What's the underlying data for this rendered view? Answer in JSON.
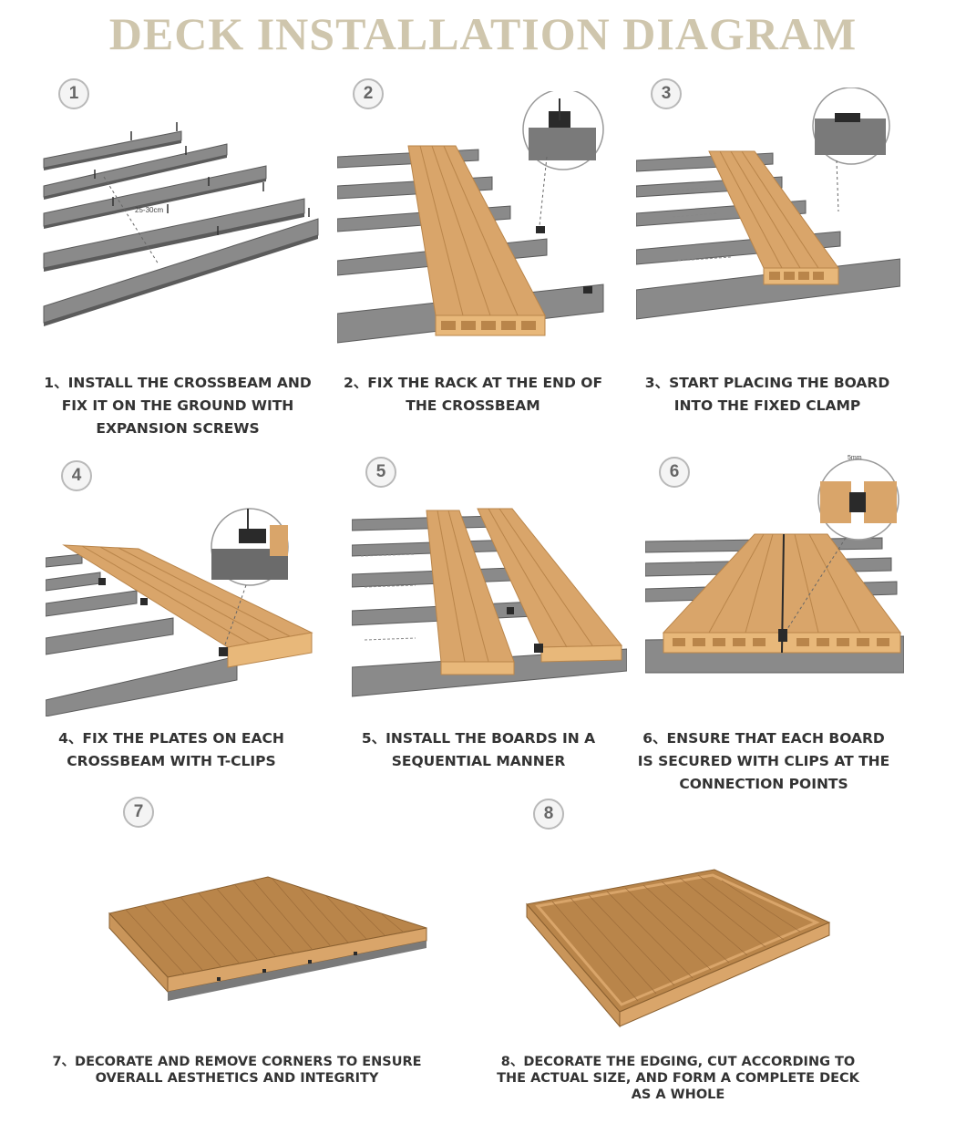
{
  "title": "DECK INSTALLATION DIAGRAM",
  "spacing_label": "25-30cm",
  "gap_label": "5mm",
  "colors": {
    "title": "#cfc6ad",
    "board": "#d9a56a",
    "board_dark": "#b9854a",
    "beam": "#8a8a8a",
    "beam_dark": "#5b5b5b",
    "clip": "#2a2a2a"
  },
  "steps": [
    {
      "num": "1",
      "lines": [
        "1、INSTALL THE CROSSBEAM AND",
        "FIX IT ON THE GROUND WITH",
        "EXPANSION SCREWS"
      ]
    },
    {
      "num": "2",
      "lines": [
        "2、FIX THE RACK AT THE END OF",
        "THE CROSSBEAM"
      ]
    },
    {
      "num": "3",
      "lines": [
        "3、START PLACING THE BOARD",
        "INTO THE FIXED CLAMP"
      ]
    },
    {
      "num": "4",
      "lines": [
        "4、FIX THE PLATES ON EACH",
        "CROSSBEAM WITH T-CLIPS"
      ]
    },
    {
      "num": "5",
      "lines": [
        "5、INSTALL THE BOARDS IN A",
        "SEQUENTIAL MANNER"
      ]
    },
    {
      "num": "6",
      "lines": [
        "6、ENSURE THAT EACH BOARD",
        "IS SECURED WITH CLIPS AT THE",
        "CONNECTION POINTS"
      ]
    },
    {
      "num": "7",
      "lines": [
        "7、DECORATE AND REMOVE CORNERS TO ENSURE",
        "OVERALL AESTHETICS AND INTEGRITY"
      ]
    },
    {
      "num": "8",
      "lines": [
        "8、DECORATE THE EDGING, CUT ACCORDING TO",
        "THE ACTUAL SIZE, AND FORM A COMPLETE DECK",
        "AS A WHOLE"
      ]
    }
  ]
}
